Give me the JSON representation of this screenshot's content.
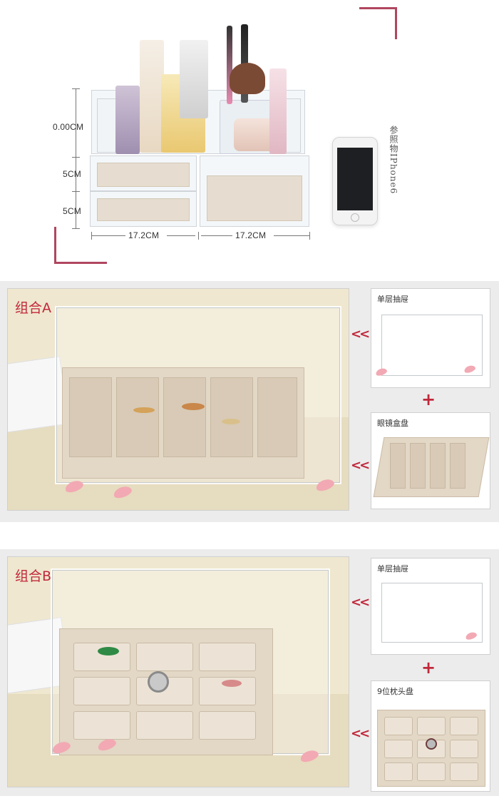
{
  "top": {
    "dimensions": {
      "top_height": "0.00CM",
      "drawer_1_height": "5CM",
      "drawer_2_height": "5CM",
      "width_left": "17.2CM",
      "width_right": "17.2CM"
    },
    "phone_caption": "参照物IPhone6",
    "accent_color": "#b0465f"
  },
  "combo_a": {
    "title": "组合A",
    "arrow": "<<",
    "part_1_label": "单层抽屉",
    "plus": "+",
    "part_2_label": "眼镜盒盘"
  },
  "combo_b": {
    "title": "组合B",
    "arrow": "<<",
    "part_1_label": "单层抽屉",
    "plus": "+",
    "part_2_label": "9位枕头盘"
  },
  "colors": {
    "title_red": "#c0283b",
    "velvet": "#e3d7c6",
    "table": "#efe7cf"
  }
}
